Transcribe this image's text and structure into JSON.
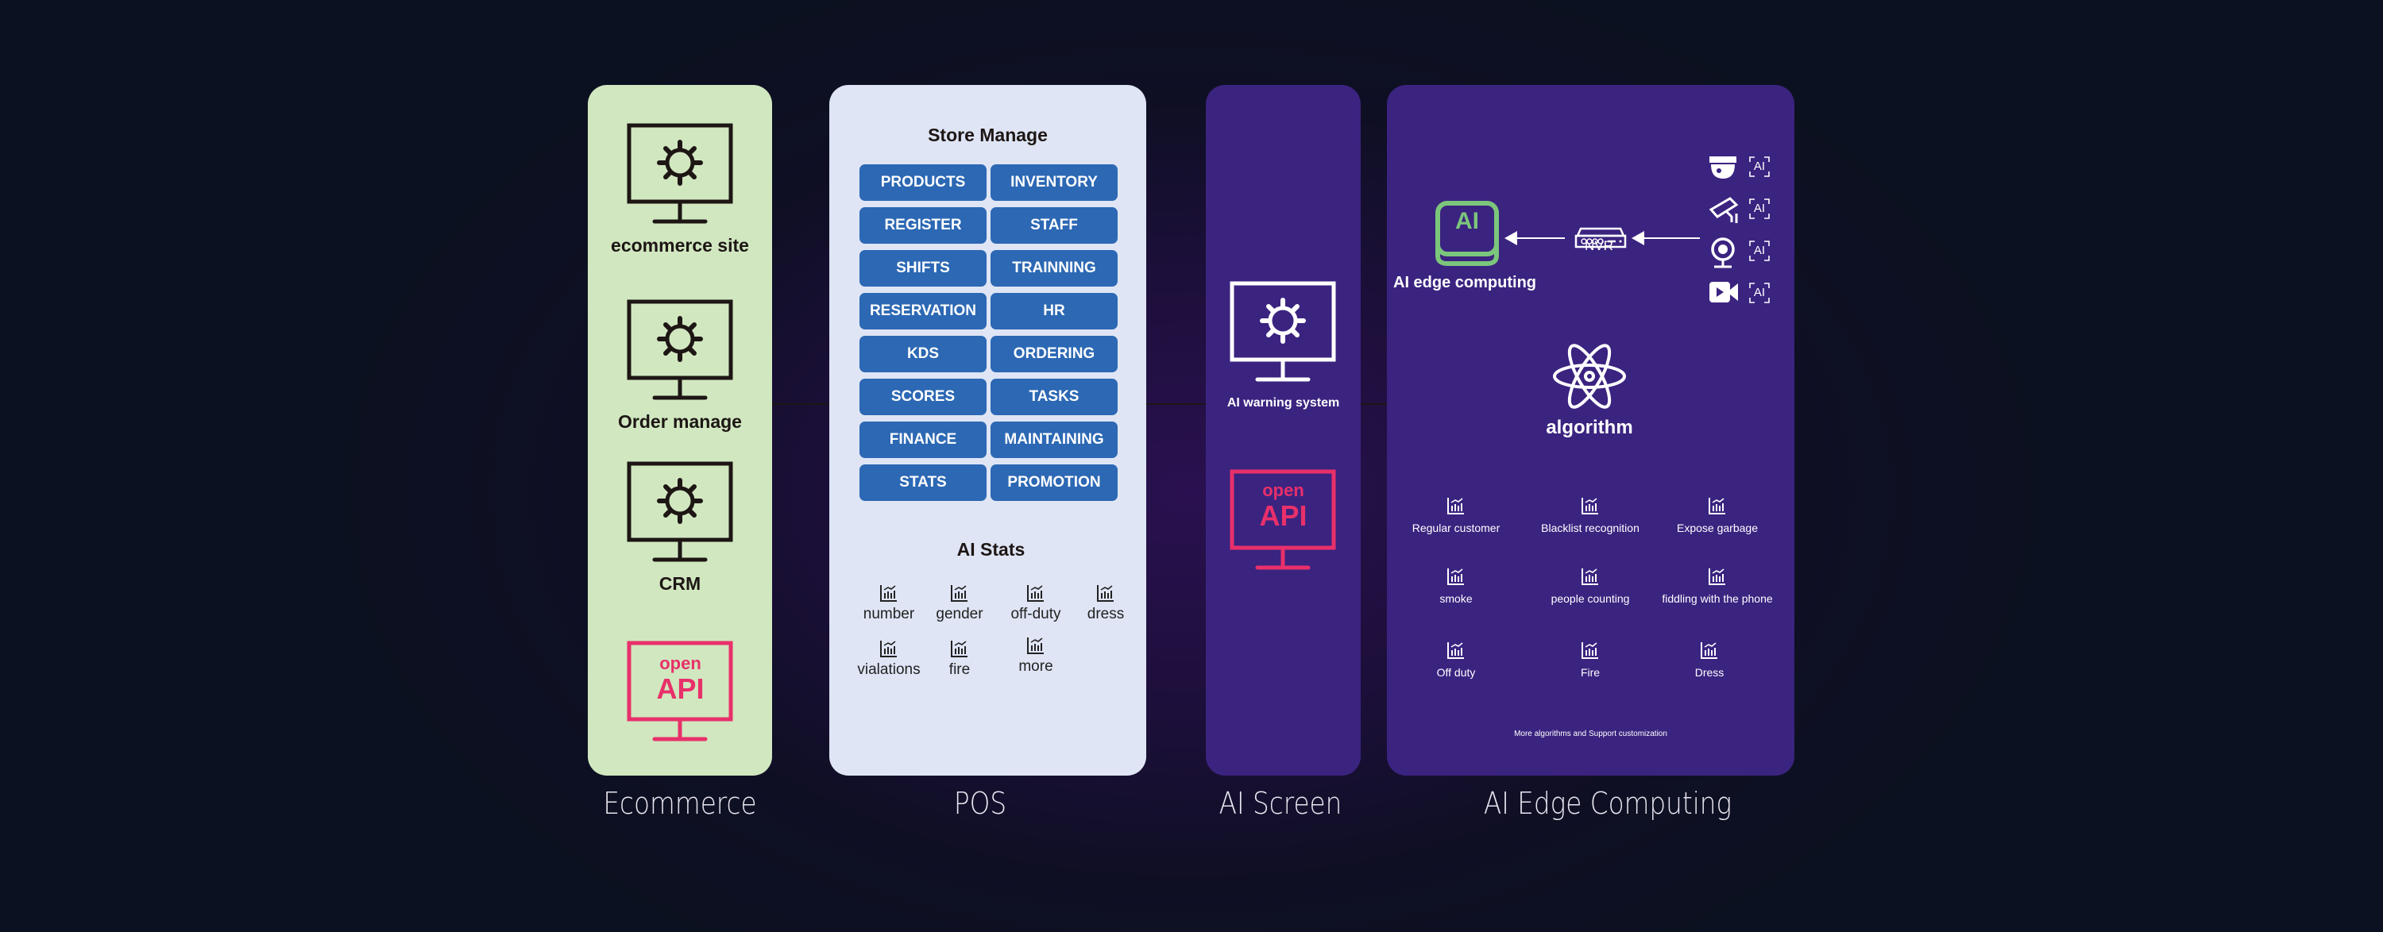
{
  "colors": {
    "ecommerce_panel": "#d1e7c0",
    "pos_panel": "#dfe5f5",
    "ai_panel": "#3b2380",
    "pos_button": "#2c68b4",
    "open_api_accent": "#e8306a",
    "ai_chip_accent": "#7cc67c"
  },
  "sections": [
    {
      "label": "Ecommerce"
    },
    {
      "label": "POS"
    },
    {
      "label": "AI Screen"
    },
    {
      "label": "AI Edge Computing"
    }
  ],
  "ecommerce": {
    "items": [
      {
        "label": "ecommerce site",
        "icon": "monitor-gear-icon"
      },
      {
        "label": "Order manage",
        "icon": "monitor-gear-icon"
      },
      {
        "label": "CRM",
        "icon": "monitor-gear-icon"
      }
    ],
    "open_api": {
      "line1": "open",
      "line2": "API"
    }
  },
  "pos": {
    "store_title": "Store Manage",
    "buttons": [
      "PRODUCTS",
      "INVENTORY",
      "REGISTER",
      "STAFF",
      "SHIFTS",
      "TRAINNING",
      "RESERVATION",
      "HR",
      "KDS",
      "ORDERING",
      "SCORES",
      "TASKS",
      "FINANCE",
      "MAINTAINING",
      "STATS",
      "PROMOTION"
    ],
    "stats_title": "AI Stats",
    "stats": [
      "number",
      "gender",
      "off-duty",
      "dress",
      "vialations",
      "fire",
      "more"
    ]
  },
  "ai_screen": {
    "label": "AI warning system",
    "open_api": {
      "line1": "open",
      "line2": "API"
    }
  },
  "edge": {
    "chip_text": "AI",
    "chip_label": "AI edge computing",
    "nvr_label": "NVR",
    "camera_badge": "AI",
    "cameras": [
      "dome-camera-icon",
      "bullet-camera-icon",
      "webcam-icon",
      "video-camera-icon"
    ],
    "algorithm_label": "algorithm",
    "algorithms": [
      "Regular customer",
      "Blacklist recognition",
      "Expose garbage",
      "smoke",
      "people counting",
      "fiddling with the phone",
      "Off duty",
      "Fire",
      "Dress"
    ],
    "footer_note": "More algorithms  and Support customization"
  }
}
